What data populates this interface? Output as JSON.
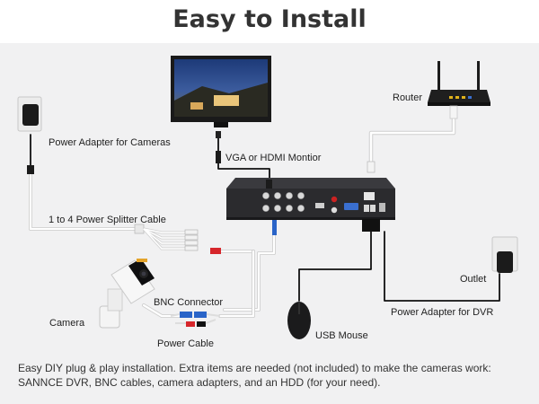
{
  "title": "Easy to Install",
  "labels": {
    "router": "Router",
    "power_adapter_cameras": "Power Adapter for Cameras",
    "vga_hdmi": "VGA or HDMI Montior",
    "splitter": "1 to 4 Power Splitter Cable",
    "outlet": "Outlet",
    "bnc_connector": "BNC Connector",
    "camera": "Camera",
    "power_cable": "Power Cable",
    "power_adapter_dvr": "Power Adapter for DVR",
    "usb_mouse": "USB Mouse"
  },
  "footer": "Easy DIY plug & play installation. Extra items are needed (not included) to make the cameras work: SANNCE DVR, BNC cables, camera adapters, and an HDD (for your need).",
  "colors": {
    "panel_bg": "#f1f1f2",
    "cable": "#111111",
    "white_cable": "#ffffff",
    "bnc_blue": "#2a64c8",
    "power_red": "#d6262b",
    "dvr_body": "#2b2b2e"
  }
}
